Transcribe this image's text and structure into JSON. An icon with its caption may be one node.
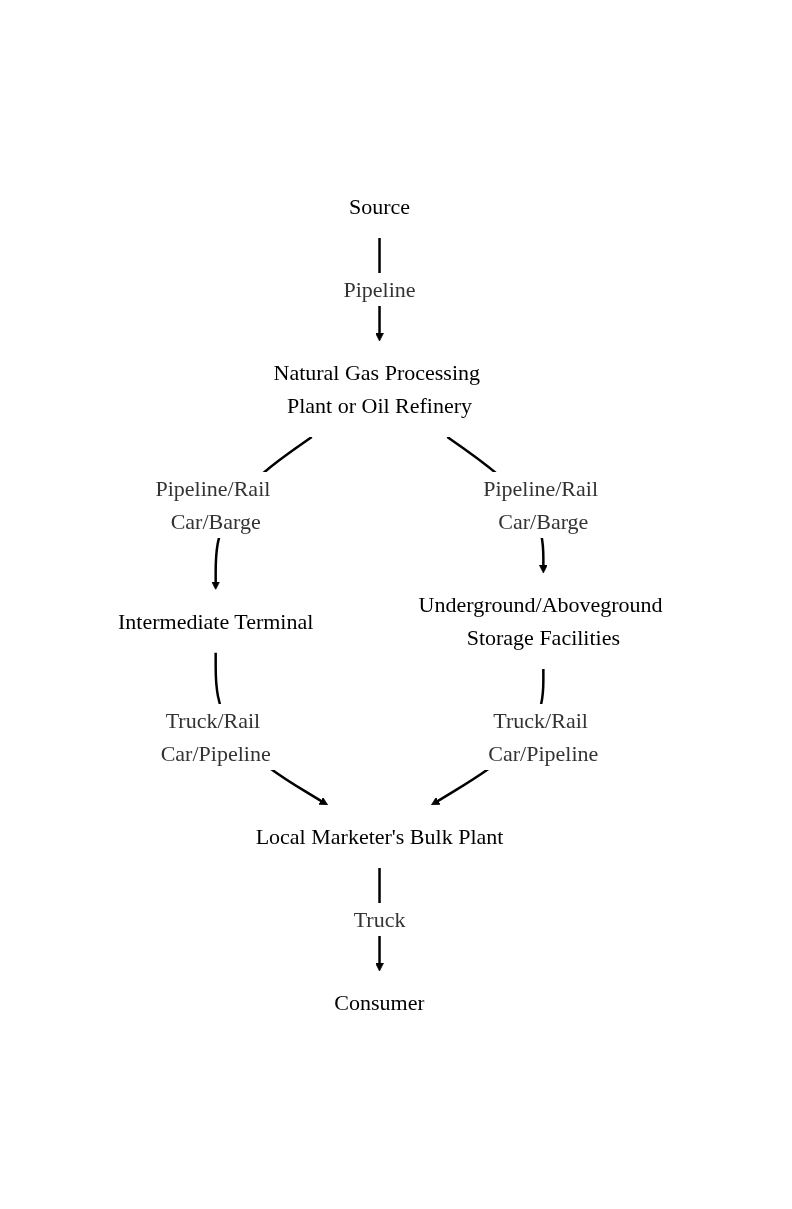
{
  "diagram": {
    "nodes": [
      {
        "text": [
          "Source"
        ]
      },
      {
        "text": [
          "Natural Gas Processing Plant or Oil Refinery"
        ]
      },
      {
        "text": [
          "Intermediate Terminal"
        ]
      },
      {
        "text": [
          "Underground/Aboveground Storage Facilities"
        ]
      },
      {
        "text": [
          "Local Marketer's Bulk Plant"
        ]
      },
      {
        "text": [
          "Consumer"
        ]
      }
    ],
    "edges": [
      {
        "from": 0,
        "to": 1,
        "label": "Pipeline",
        "arrow": "to"
      },
      {
        "from": 1,
        "to": 2,
        "label": "Pipeline/Rail Car/Barge",
        "arrow": "to"
      },
      {
        "from": 1,
        "to": 3,
        "label": "Pipeline/Rail Car/Barge",
        "arrow": "to"
      },
      {
        "from": 2,
        "to": 4,
        "label": "Truck/Rail Car/Pipeline",
        "arrow": "to"
      },
      {
        "from": 3,
        "to": 4,
        "label": "Truck/Rail Car/Pipeline",
        "arrow": "to"
      },
      {
        "from": 4,
        "to": 5,
        "label": "Truck",
        "arrow": "to"
      }
    ]
  }
}
